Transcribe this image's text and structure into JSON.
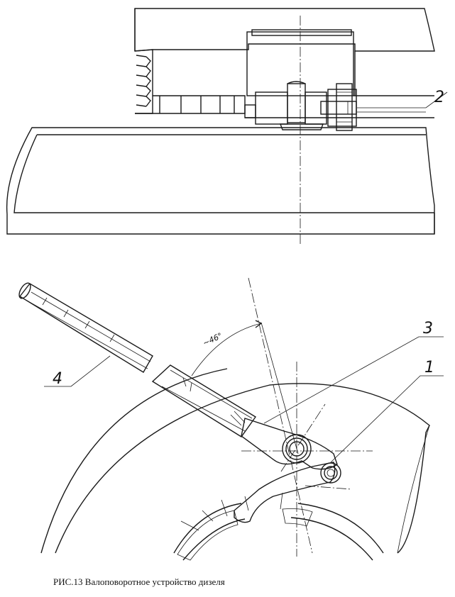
{
  "caption": "РИС.13 Валоповоротное устройство дизеля",
  "callouts": {
    "shaft": "1",
    "pin": "2",
    "lever": "3",
    "handle": "4"
  },
  "angle_label": "~46°"
}
